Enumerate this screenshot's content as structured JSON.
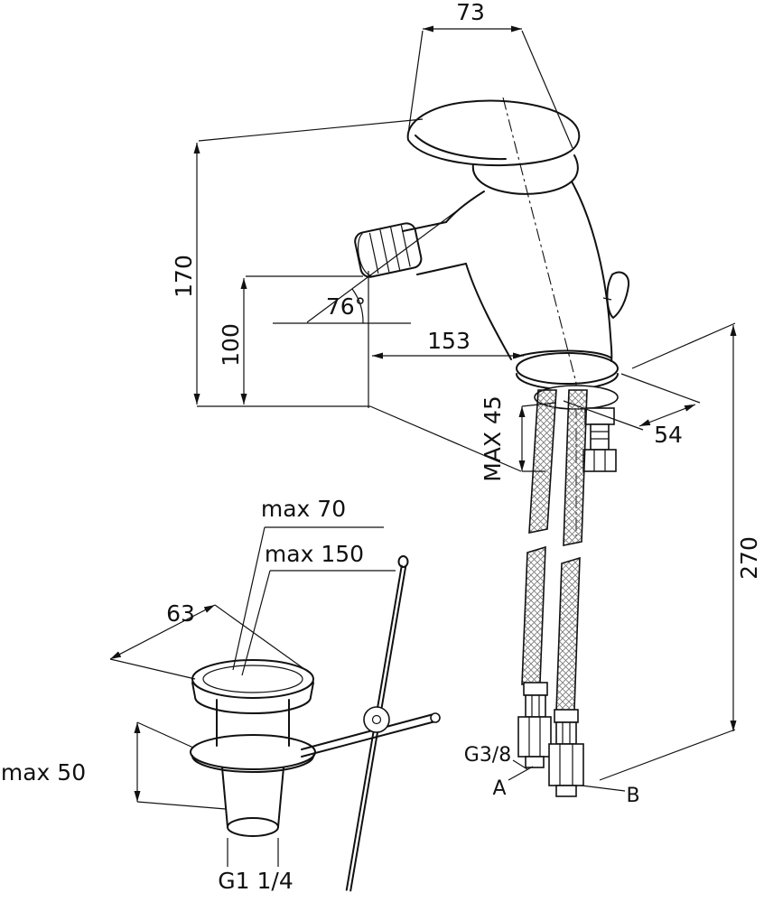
{
  "drawing": {
    "labels": {
      "dim_73": "73",
      "dim_170": "170",
      "dim_100": "100",
      "angle_76": "76°",
      "dim_153": "153",
      "dim_54": "54",
      "dim_max45": "MAX 45",
      "dim_270": "270",
      "dim_max70": "max 70",
      "dim_max150": "max 150",
      "dim_63": "63",
      "dim_max50": "max 50",
      "thread_g114": "G1 1/4",
      "thread_g38": "G3/8",
      "hose_a": "A",
      "hose_b": "B"
    },
    "colors": {
      "line": "#111111",
      "background": "#ffffff"
    }
  }
}
